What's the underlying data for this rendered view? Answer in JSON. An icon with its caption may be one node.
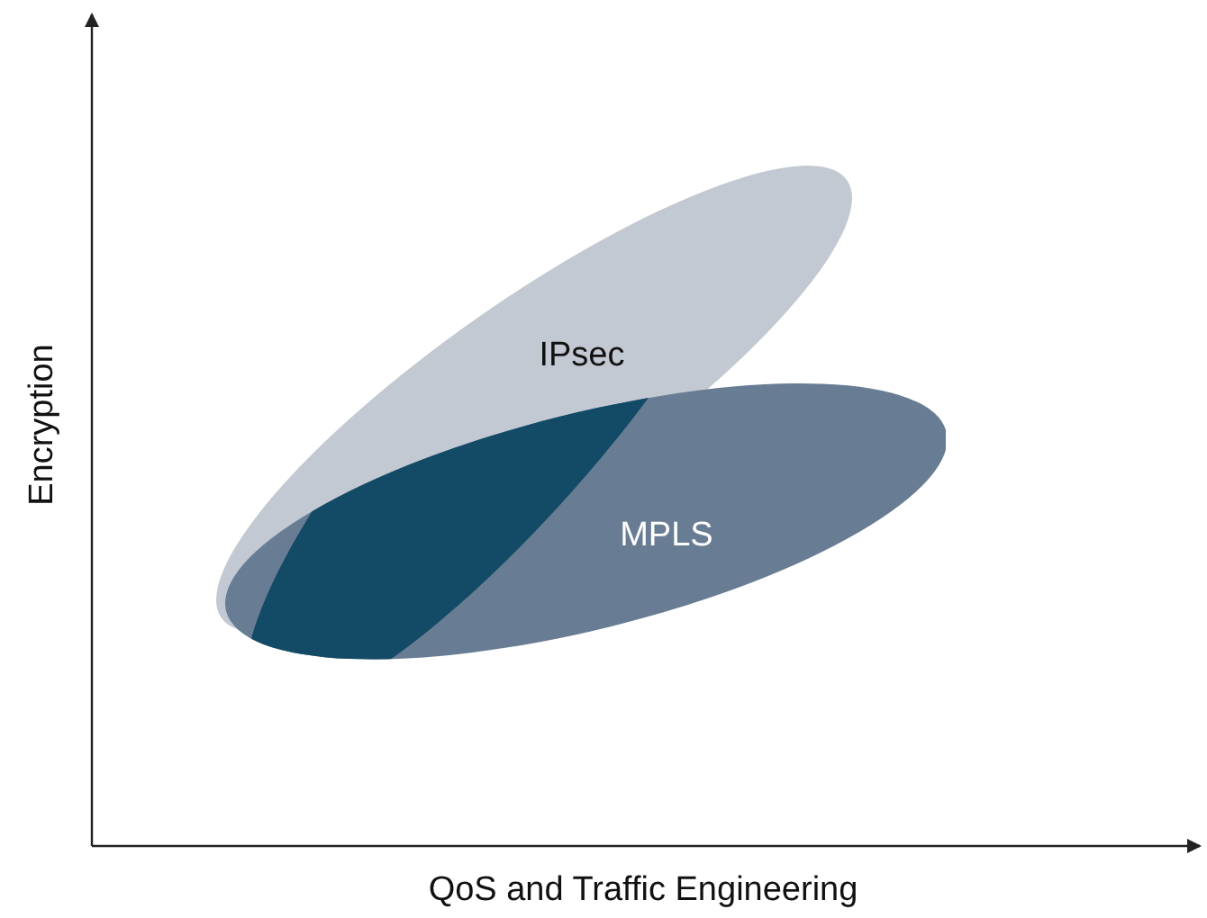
{
  "diagram": {
    "nodes": [
      {
        "text": [
          "IPsec"
        ]
      },
      {
        "text": [
          "MPLS"
        ]
      }
    ],
    "labels": [
      "Encryption",
      "QoS and Traffic Engineering"
    ]
  }
}
